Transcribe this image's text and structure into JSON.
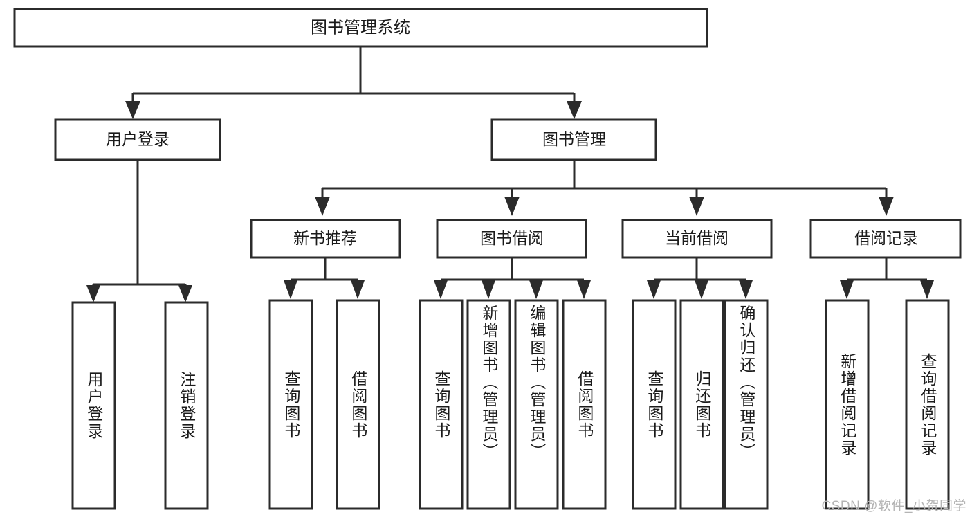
{
  "diagram": {
    "type": "tree-hierarchy",
    "title": "图书管理系统",
    "watermark": "CSDN @软件_小贺同学",
    "colors": {
      "background": "#ffffff",
      "box_fill": "#ffffff",
      "box_stroke": "#2b2b2b",
      "text": "#1a1a1a",
      "watermark": "#b4b4b4"
    },
    "root": {
      "label": "图书管理系统"
    },
    "level2": [
      {
        "label": "用户登录"
      },
      {
        "label": "图书管理"
      }
    ],
    "level3": [
      {
        "label": "新书推荐"
      },
      {
        "label": "图书借阅"
      },
      {
        "label": "当前借阅"
      },
      {
        "label": "借阅记录"
      }
    ],
    "leaves": {
      "user_login": [
        {
          "label": "用户登录"
        },
        {
          "label": "注销登录"
        }
      ],
      "new_book_recommend": [
        {
          "label": "查询图书"
        },
        {
          "label": "借阅图书"
        }
      ],
      "book_borrow": [
        {
          "label": "查询图书"
        },
        {
          "label": "新增图书（管理员）"
        },
        {
          "label": "编辑图书（管理员）"
        },
        {
          "label": "借阅图书"
        }
      ],
      "current_borrow": [
        {
          "label": "查询图书"
        },
        {
          "label": "归还图书"
        },
        {
          "label": "确认归还（管理员）"
        }
      ],
      "borrow_record": [
        {
          "label": "新增借阅记录"
        },
        {
          "label": "查询借阅记录"
        }
      ]
    }
  }
}
